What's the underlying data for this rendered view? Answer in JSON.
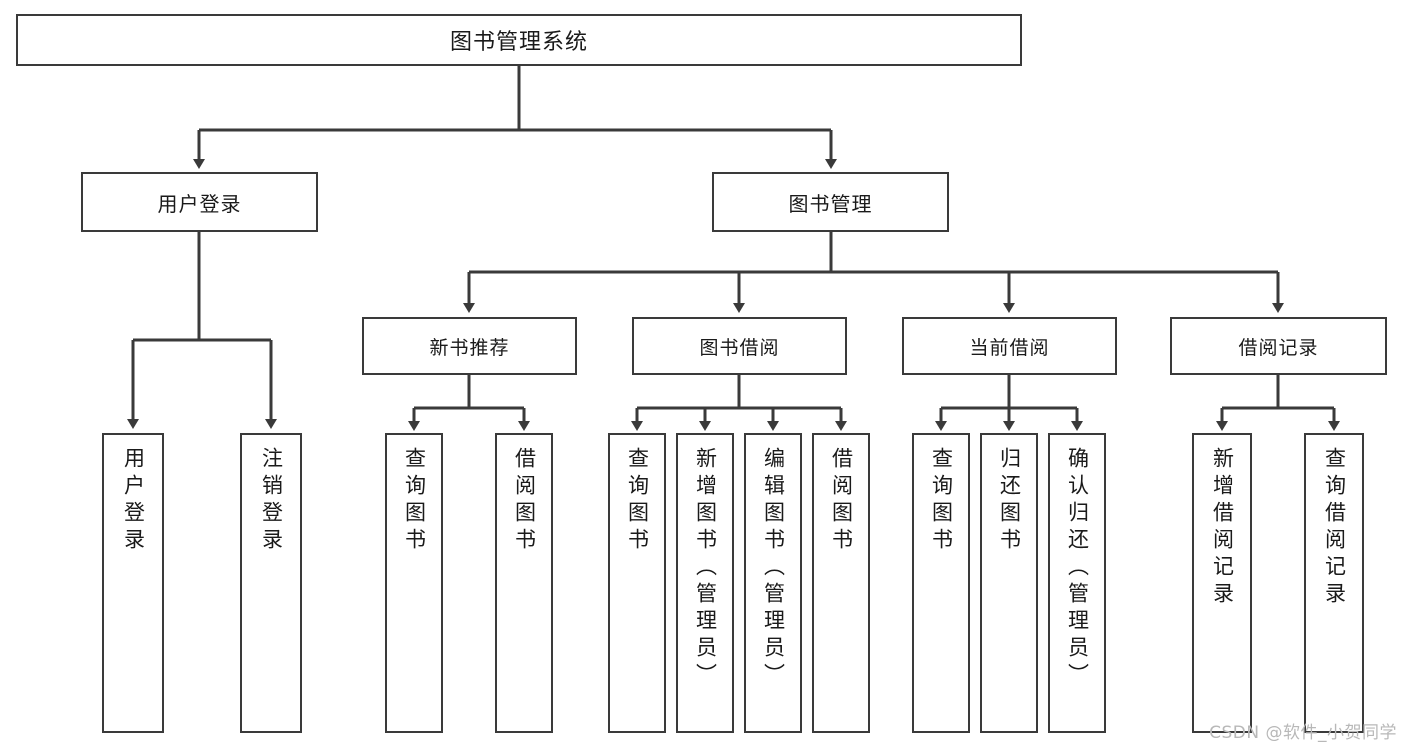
{
  "diagram": {
    "title_box": {
      "label": "图书管理系统"
    },
    "level1": [
      {
        "id": "user-login",
        "label": "用户登录"
      },
      {
        "id": "book-management",
        "label": "图书管理"
      }
    ],
    "level2": [
      {
        "id": "new-book-recommend",
        "label": "新书推荐"
      },
      {
        "id": "book-borrow",
        "label": "图书借阅"
      },
      {
        "id": "current-borrow",
        "label": "当前借阅"
      },
      {
        "id": "borrow-record",
        "label": "借阅记录"
      }
    ],
    "leaves": {
      "user_login": [
        {
          "id": "leaf-user-login",
          "label": "用户登录"
        },
        {
          "id": "leaf-logout-login",
          "label": "注销登录"
        }
      ],
      "new_book_recommend": [
        {
          "id": "leaf-query-book-1",
          "label": "查询图书"
        },
        {
          "id": "leaf-borrow-book-1",
          "label": "借阅图书"
        }
      ],
      "book_borrow": [
        {
          "id": "leaf-query-book-2",
          "label": "查询图书"
        },
        {
          "id": "leaf-add-book",
          "label": "新增图书（管理员）"
        },
        {
          "id": "leaf-edit-book",
          "label": "编辑图书（管理员）"
        },
        {
          "id": "leaf-borrow-book-2",
          "label": "借阅图书"
        }
      ],
      "current_borrow": [
        {
          "id": "leaf-query-book-3",
          "label": "查询图书"
        },
        {
          "id": "leaf-return-book",
          "label": "归还图书"
        },
        {
          "id": "leaf-confirm-return",
          "label": "确认归还（管理员）"
        }
      ],
      "borrow_record": [
        {
          "id": "leaf-add-record",
          "label": "新增借阅记录"
        },
        {
          "id": "leaf-query-record",
          "label": "查询借阅记录"
        }
      ]
    }
  },
  "watermark": {
    "text": "CSDN @软件_小贺同学"
  },
  "colors": {
    "border": "#3a3a3a",
    "background": "#ffffff",
    "text": "#1a1a1a",
    "watermark": "#b8b8b8"
  }
}
